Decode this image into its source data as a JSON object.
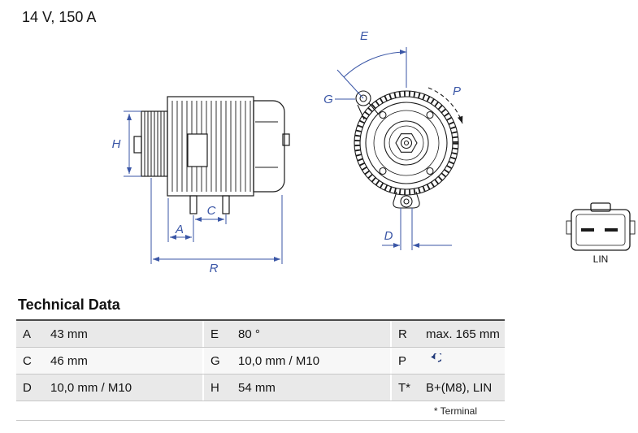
{
  "header": {
    "spec": "14 V, 150 A"
  },
  "drawing": {
    "side_view": {
      "labels": {
        "H": "H",
        "A": "A",
        "C": "C",
        "R": "R"
      }
    },
    "front_view": {
      "labels": {
        "E": "E",
        "G": "G",
        "P": "P",
        "D": "D"
      }
    },
    "connector": {
      "label": "LIN"
    }
  },
  "technical_data": {
    "title": "Technical Data",
    "rows": [
      {
        "c1k": "A",
        "c1v": "43 mm",
        "c2k": "E",
        "c2v": "80 °",
        "c3k": "R",
        "c3v": "max. 165 mm"
      },
      {
        "c1k": "C",
        "c1v": "46 mm",
        "c2k": "G",
        "c2v": "10,0 mm / M10",
        "c3k": "P",
        "c3v": "",
        "c3icon": "rotation-direction"
      },
      {
        "c1k": "D",
        "c1v": "10,0 mm / M10",
        "c2k": "H",
        "c2v": "54 mm",
        "c3k": "T*",
        "c3v": "B+(M8), LIN"
      }
    ],
    "footnote": "* Terminal"
  },
  "colors": {
    "dimension_blue": "#3a56a6",
    "line_black": "#1a1a1a",
    "row_shade": "#e9e9e9"
  }
}
